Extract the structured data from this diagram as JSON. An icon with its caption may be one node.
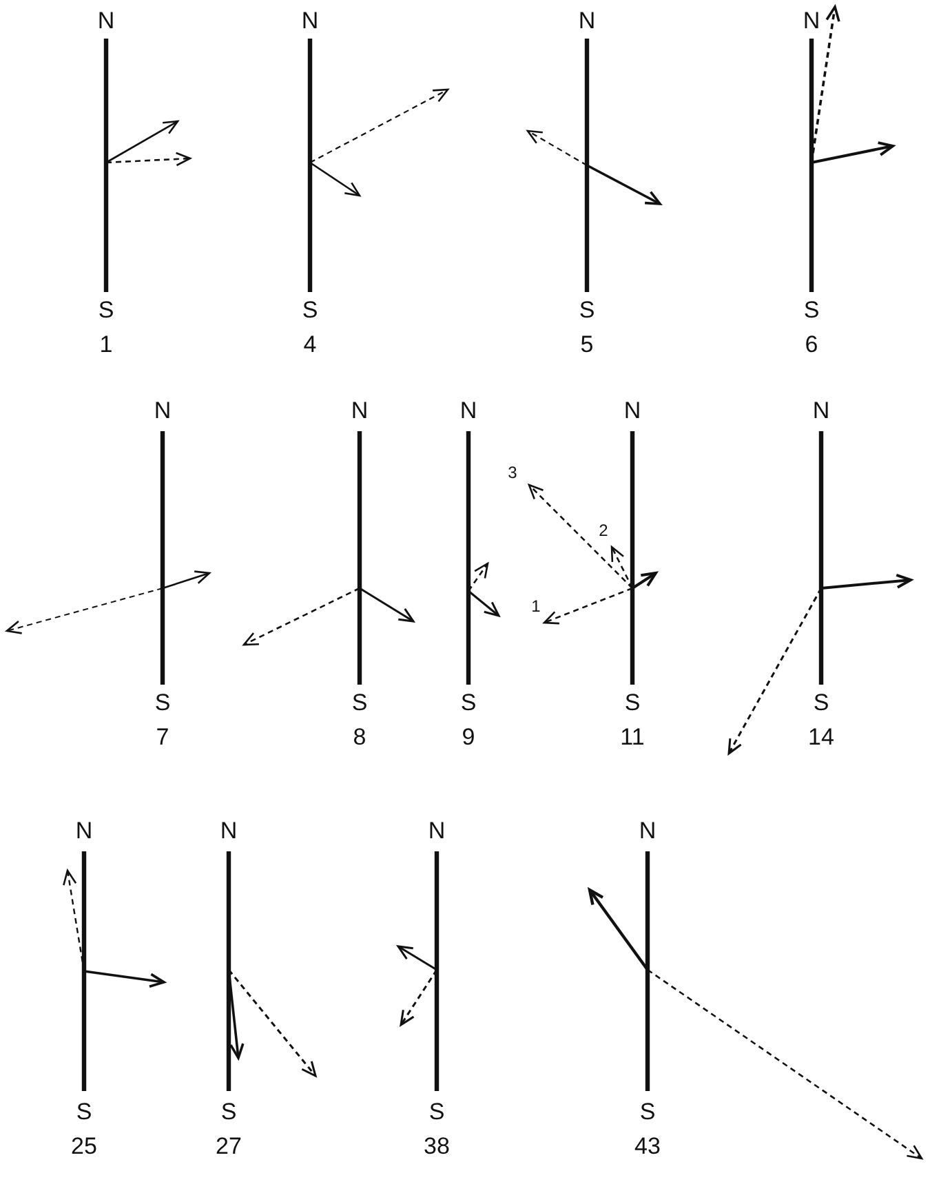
{
  "diagram": {
    "labels": [
      "N",
      "S",
      "1",
      "N",
      "S",
      "4",
      "N",
      "S",
      "5",
      "N",
      "S",
      "6",
      "N",
      "S",
      "7",
      "N",
      "S",
      "8",
      "N",
      "S",
      "9",
      "N",
      "S",
      "11",
      "3",
      "2",
      "1",
      "N",
      "S",
      "14",
      "N",
      "S",
      "25",
      "N",
      "S",
      "27",
      "N",
      "S",
      "38",
      "N",
      "S",
      "43"
    ]
  }
}
